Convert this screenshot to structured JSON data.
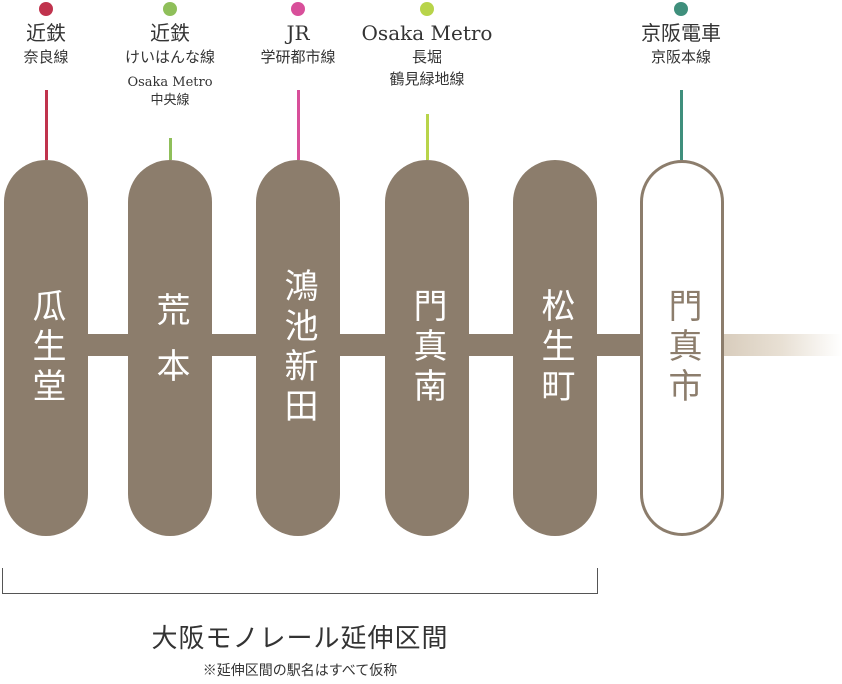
{
  "colors": {
    "station_fill": "#8c7d6c",
    "line_kintetsu_nara": "#c0334d",
    "line_keihan_katano": "#8fbf5a",
    "line_jr_gakkentoshi": "#d84f9a",
    "line_nagahori": "#b8d44a",
    "line_keihan_main": "#3f8f7c"
  },
  "lines": [
    {
      "operator": "近鉄",
      "line": "奈良線",
      "sub": ""
    },
    {
      "operator": "近鉄",
      "line": "けいはんな線",
      "sub_operator": "Osaka Metro",
      "sub_line": "中央線"
    },
    {
      "operator": "JR",
      "line": "学研都市線"
    },
    {
      "operator": "Osaka Metro",
      "line": "長堀",
      "line2": "鶴見緑地線"
    },
    {
      "operator": "京阪電車",
      "line": "京阪本線"
    }
  ],
  "stations": [
    {
      "name": "瓜生堂"
    },
    {
      "name": "荒本"
    },
    {
      "name": "鴻池新田"
    },
    {
      "name": "門真南"
    },
    {
      "name": "松生町"
    },
    {
      "name": "門真市"
    }
  ],
  "section": {
    "title": "大阪モノレール延伸区間",
    "note": "※延伸区間の駅名はすべて仮称"
  }
}
